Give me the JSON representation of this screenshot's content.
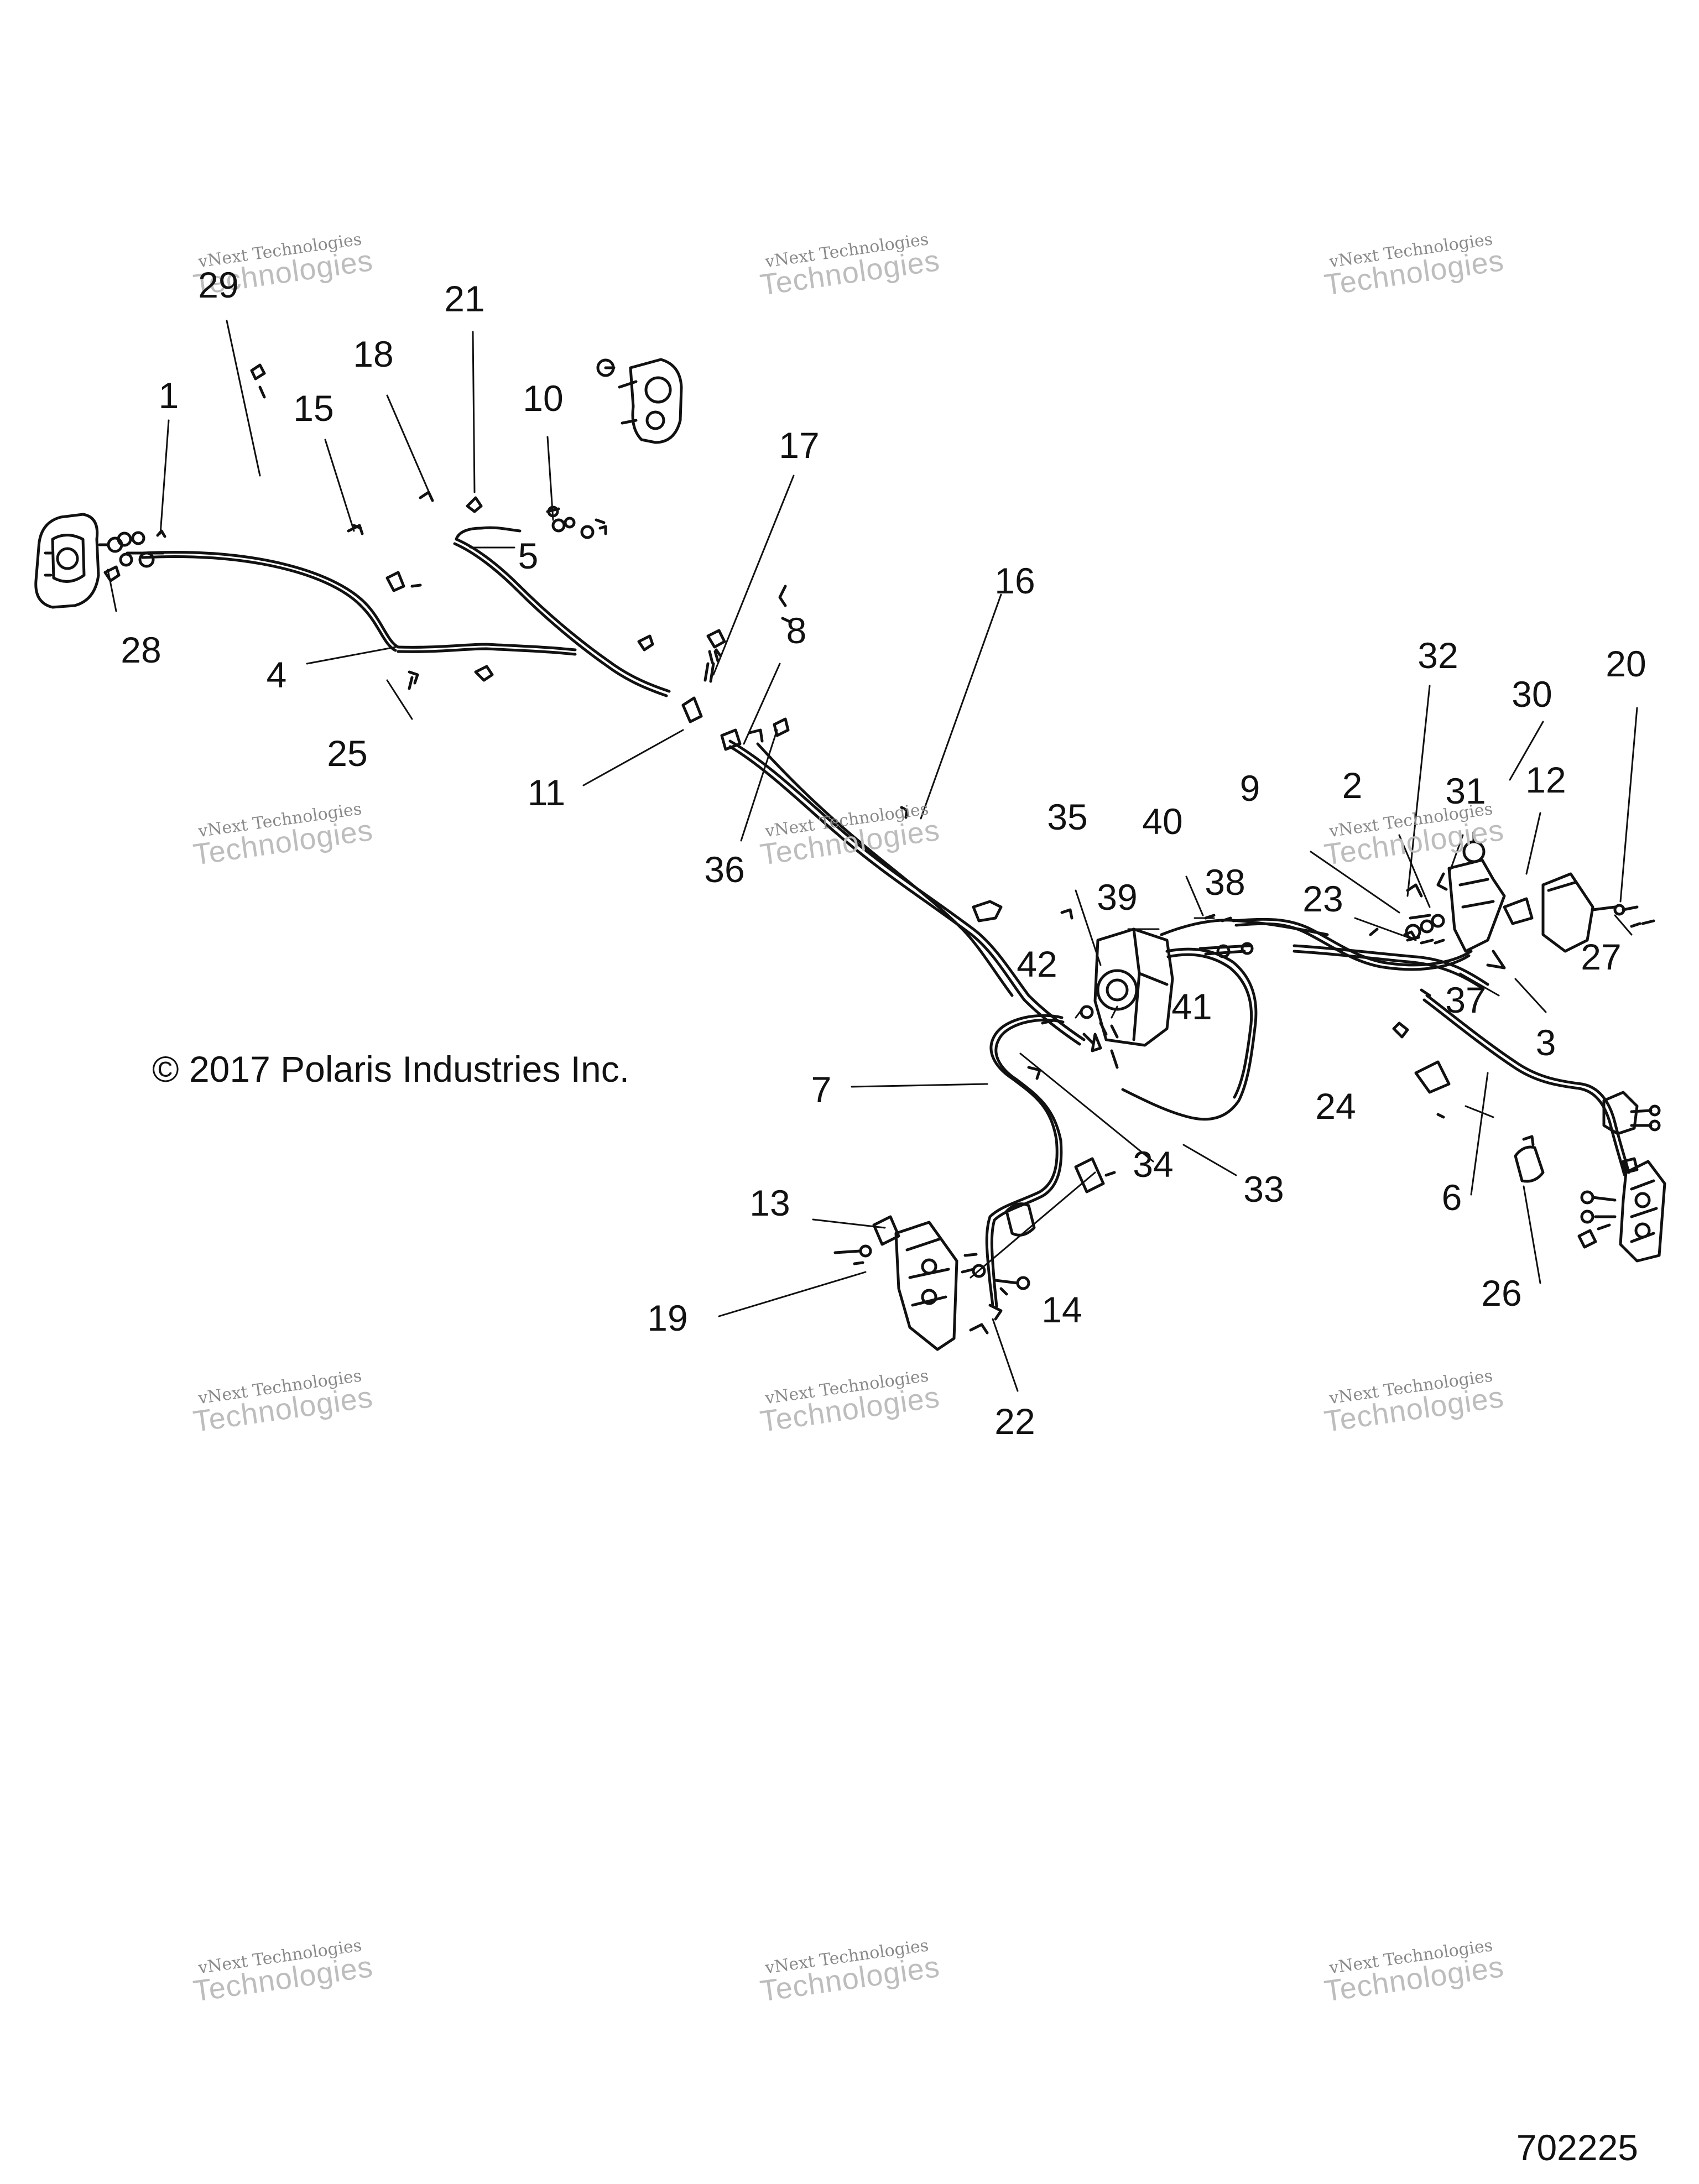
{
  "watermark": {
    "line1": "vNext Technologies",
    "line2": "Technologies"
  },
  "copyright": "© 2017 Polaris Industries Inc.",
  "diagram_number": "702225",
  "callouts": [
    "1",
    "2",
    "3",
    "4",
    "5",
    "6",
    "7",
    "8",
    "9",
    "10",
    "11",
    "12",
    "13",
    "14",
    "15",
    "16",
    "17",
    "18",
    "19",
    "20",
    "21",
    "22",
    "23",
    "24",
    "25",
    "26",
    "27",
    "28",
    "29",
    "30",
    "31",
    "32",
    "33",
    "34",
    "35",
    "36",
    "37",
    "38",
    "39",
    "40",
    "41",
    "42"
  ]
}
